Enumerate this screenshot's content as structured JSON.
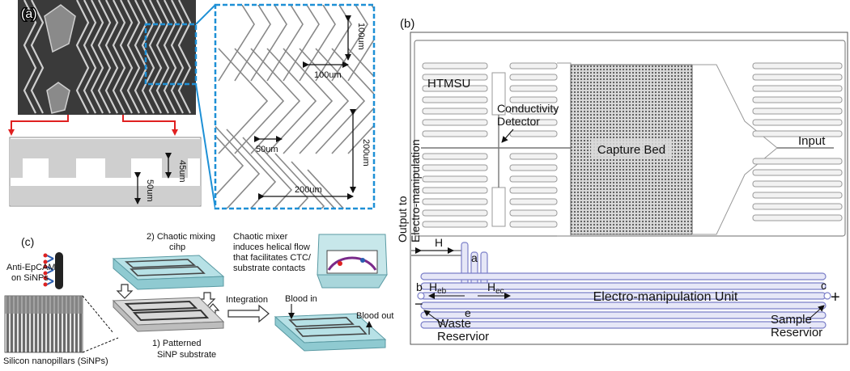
{
  "panel_a": {
    "label": "(a)",
    "dims": {
      "v100": "100um",
      "h100": "100um",
      "h50": "50um",
      "v200": "200um",
      "h200": "200um"
    },
    "cross_section": {
      "d45": "45um",
      "d50": "50um"
    }
  },
  "panel_b": {
    "label": "(b)",
    "htmsu": "HTMSU",
    "conductivity": "Conductivity",
    "detector": "Detector",
    "capture_bed": "Capture Bed",
    "input": "Input",
    "output_line1": "Output to",
    "output_line2": "Electro-manipulation",
    "H": "H",
    "a": "a",
    "b": "b",
    "c": "c",
    "e": "e",
    "H_main": "H",
    "eb_sub": "eb",
    "ec_sub": "ec",
    "unit": "Electro-manipulation Unit",
    "minus": "−",
    "plus": "+",
    "waste1": "Waste",
    "waste2": "Reservior",
    "sample1": "Sample",
    "sample2": "Reservior"
  },
  "panel_c": {
    "label": "(c)",
    "antibody1": "Anti-EpCAM",
    "antibody2": "on SiNPs",
    "chip1": "2) Chaotic mixing",
    "chip2": "cihp",
    "mixer1": "Chaotic mixer",
    "mixer2": "induces helical flow",
    "mixer3": "that facilitates CTC/",
    "mixer4": "substrate contacts",
    "integration": "Integration",
    "blood_in": "Blood in",
    "blood_out": "Blood out",
    "sinp": "Silicon nanopillars (SiNPs)",
    "pattern1": "1) Patterned",
    "pattern2": "SiNP substrate"
  }
}
